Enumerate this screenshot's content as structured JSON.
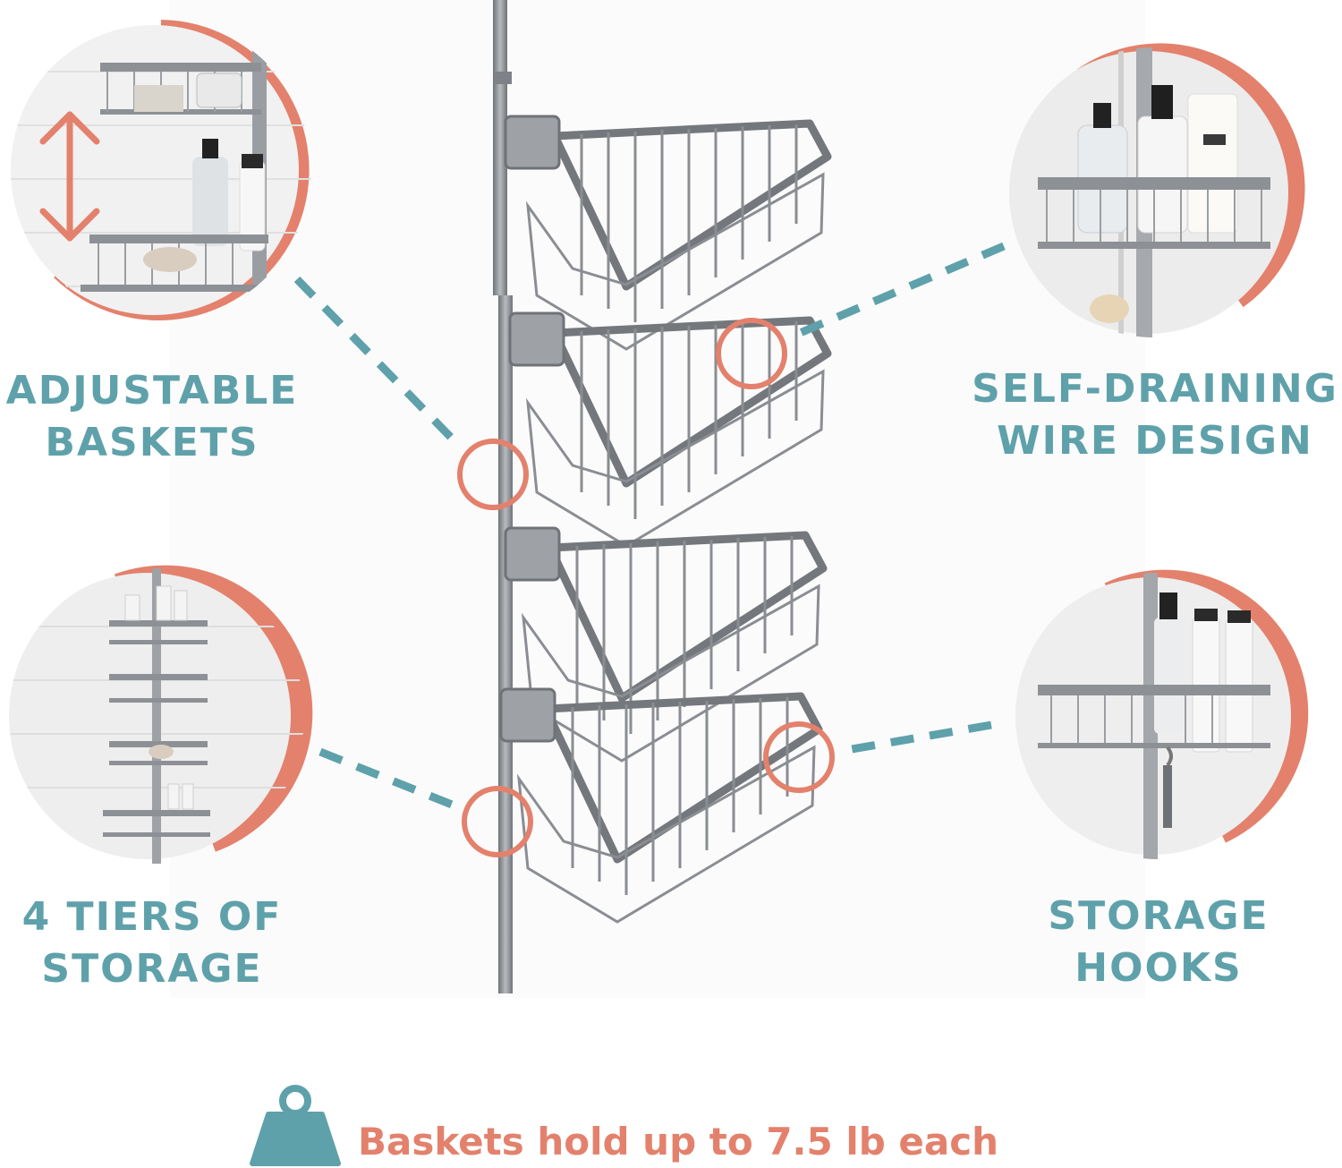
{
  "features": {
    "adjustable": {
      "line1": "ADJUSTABLE",
      "line2": "BASKETS"
    },
    "draining": {
      "line1": "SELF-DRAINING",
      "line2": "WIRE DESIGN"
    },
    "tiers": {
      "line1": "4 TIERS OF",
      "line2": "STORAGE"
    },
    "hooks": {
      "line1": "STORAGE",
      "line2": "HOOKS"
    }
  },
  "capacity_note": "Baskets hold up to 7.5 lb each",
  "icons": {
    "capacity": "weight-icon"
  },
  "colors": {
    "teal": "#5fa1aa",
    "coral": "#e3816c",
    "steel": "#8a8d92"
  }
}
